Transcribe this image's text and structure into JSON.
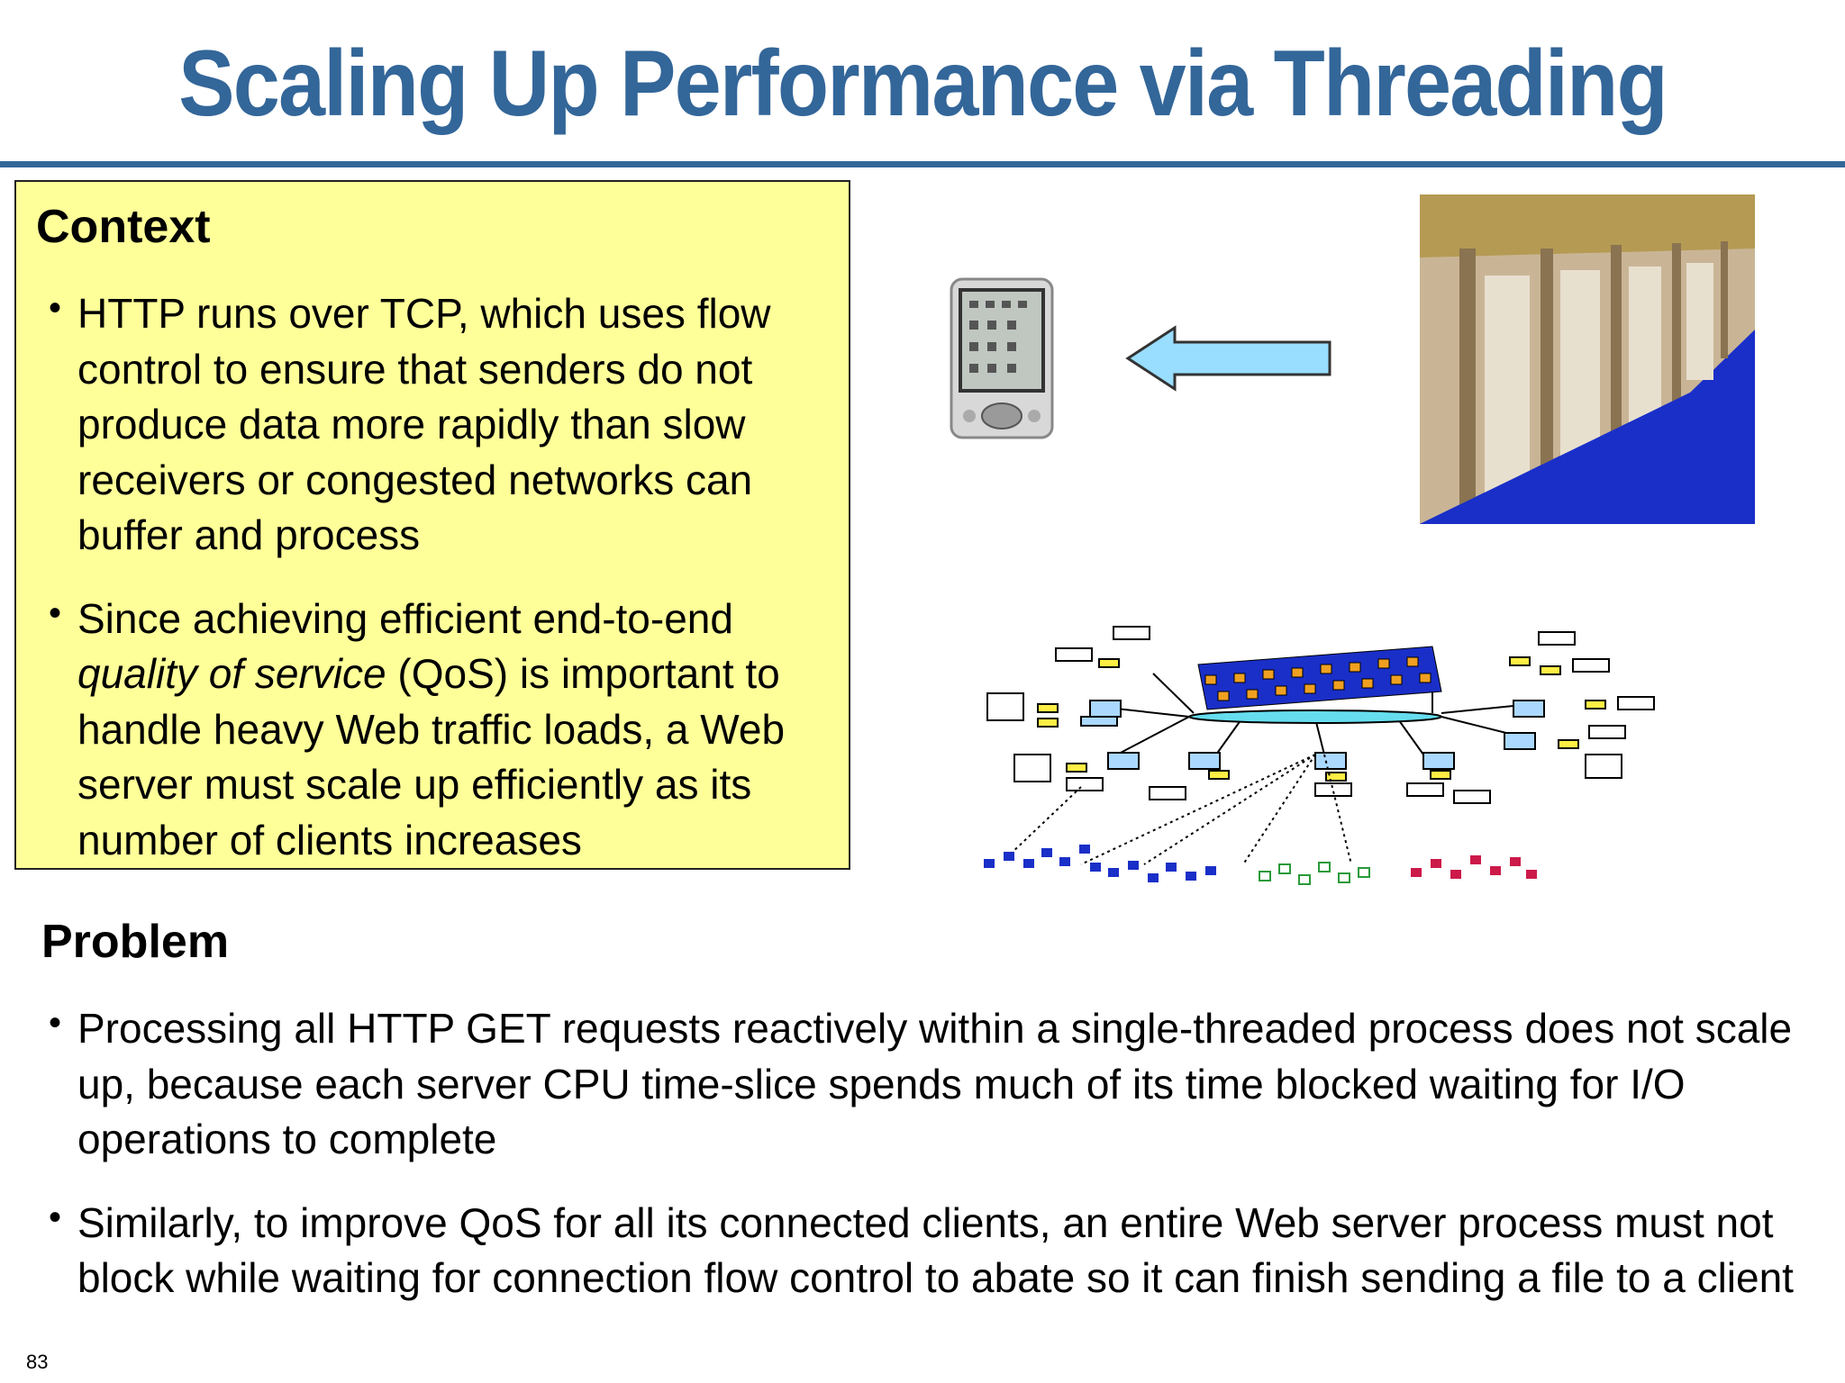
{
  "slide": {
    "title": "Scaling Up Performance via Threading",
    "number": "83"
  },
  "context": {
    "heading": "Context",
    "bullets": [
      {
        "text": "HTTP runs over TCP, which uses flow control to ensure that senders do not produce data more rapidly than slow receivers or congested networks can buffer and process"
      },
      {
        "pre": "Since achieving efficient end-to-end ",
        "em": "quality of service",
        "post": " (QoS) is important to handle heavy Web traffic loads, a Web server must scale up efficiently as its number of clients increases"
      }
    ]
  },
  "problem": {
    "heading": "Problem",
    "bullets": [
      "Processing all HTTP GET requests reactively within a single-threaded process does not scale up, because each server CPU time-slice spends much of its time blocked waiting for I/O operations to complete",
      "Similarly, to improve QoS for all its connected clients, an entire Web server process must not block while waiting for connection flow control to abate so it can finish sending a file to a client"
    ]
  },
  "colors": {
    "title": "#336699",
    "context_bg": "#ffff99",
    "arrow_fill": "#99ddff",
    "server_bg": "#1a2fc8"
  },
  "icons": [
    "pda-device-icon",
    "left-arrow-icon",
    "server-rack-photo",
    "network-cluster-diagram"
  ]
}
